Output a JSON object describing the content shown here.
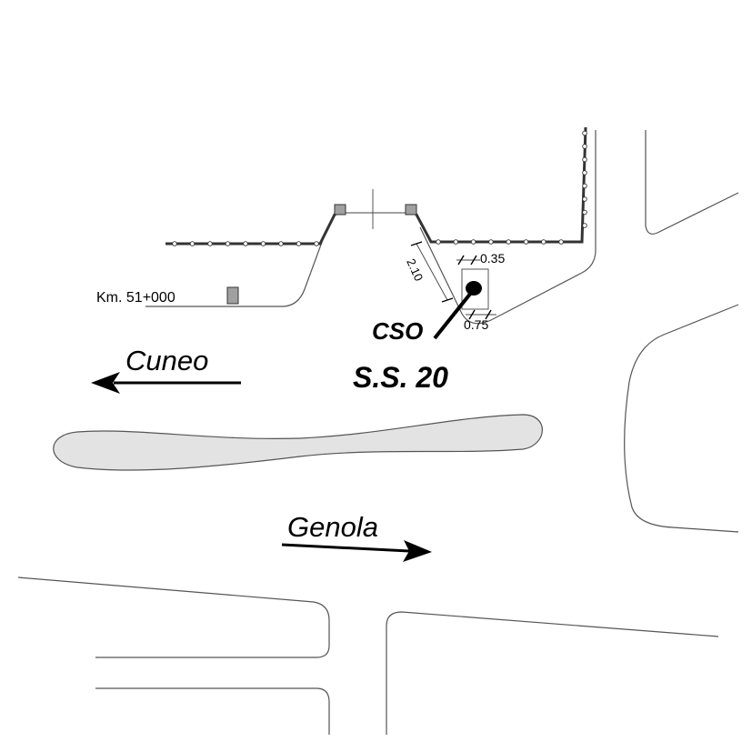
{
  "labels": {
    "km_marker": "Km. 51+000",
    "device": "CSO",
    "road_name": "S.S. 20",
    "direction_left": "Cuneo",
    "direction_right": "Genola"
  },
  "dimensions": {
    "offset": "2.10",
    "width_top": "0.35",
    "width_bottom": "0.75"
  },
  "colors": {
    "ink": "#000000",
    "line": "#555555",
    "marker_fill": "#a0a0a0",
    "median_fill": "#e3e3e3"
  }
}
